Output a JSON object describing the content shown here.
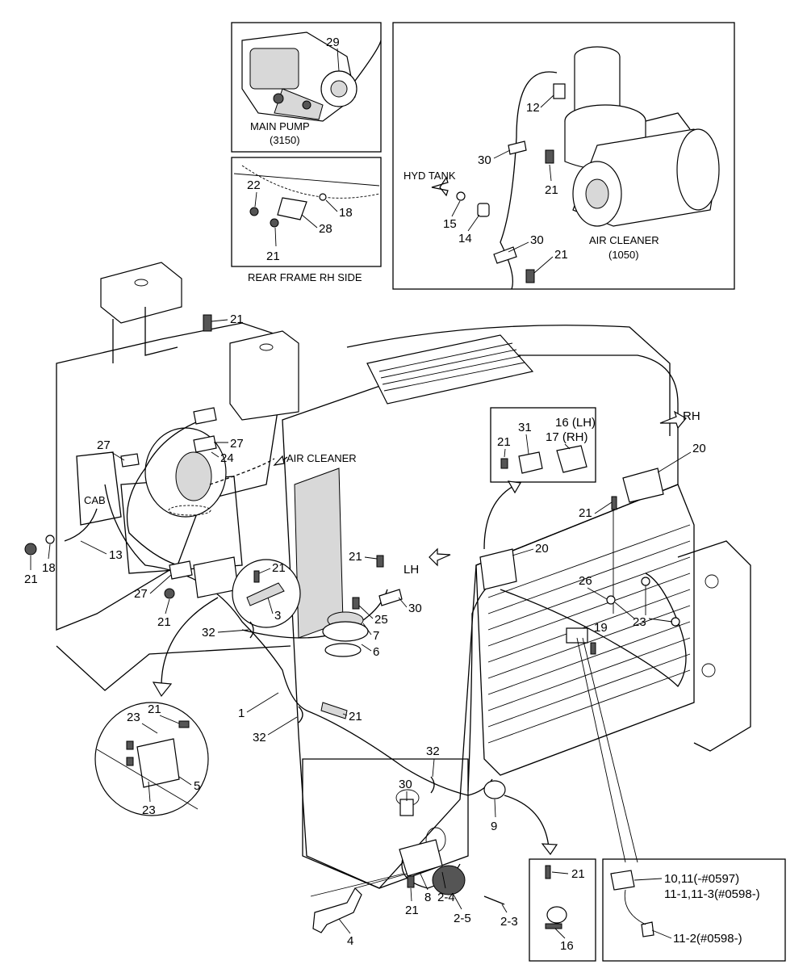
{
  "title": "",
  "insets": {
    "main_pump": {
      "caption": "MAIN PUMP",
      "code": "(3150)"
    },
    "air_cleaner": {
      "caption": "AIR CLEANER",
      "code": "(1050)",
      "direction": "HYD TANK"
    },
    "rear_frame": {
      "caption": "REAR FRAME RH SIDE"
    }
  },
  "directions": {
    "rh": "RH",
    "lh": "LH",
    "air_cleaner": "AIR CLEANER",
    "cab": "CAB"
  },
  "part_labels": {
    "p29": "29",
    "p12": "12",
    "p30a": "30",
    "p21a": "21",
    "p15": "15",
    "p14": "14",
    "p30b": "30",
    "p21b": "21",
    "p22": "22",
    "p18a": "18",
    "p28": "28",
    "p21c": "21",
    "p21d": "21",
    "p27a": "27",
    "p27b": "27",
    "p24": "24",
    "p21e": "21",
    "p18b": "18",
    "p13": "13",
    "p27c": "27",
    "p21f": "21",
    "p21g": "21",
    "p3": "3",
    "p32a": "32",
    "p21h": "21",
    "p30c": "30",
    "p25": "25",
    "p7": "7",
    "p6": "6",
    "p1": "1",
    "p21i": "21",
    "p32b": "32",
    "p23a": "23",
    "p21j": "21",
    "p5": "5",
    "p23b": "23",
    "p32c": "32",
    "p30d": "30",
    "p9": "9",
    "p8": "8",
    "p21k": "21",
    "p2_4": "2-4",
    "p2_5": "2-5",
    "p2_3": "2-3",
    "p4": "4",
    "p16lh": "16 (LH)",
    "p17rh": "17 (RH)",
    "p31": "31",
    "p21l": "21",
    "p20a": "20",
    "p20b": "20",
    "p21m": "21",
    "p26": "26",
    "p23c": "23",
    "p19": "19",
    "p21n": "21",
    "p16": "16"
  },
  "callout_lines": {
    "line1": "10,11(-#0597)",
    "line2": "11-1,11-3(#0598-)",
    "line3": "11-2(#0598-)"
  }
}
